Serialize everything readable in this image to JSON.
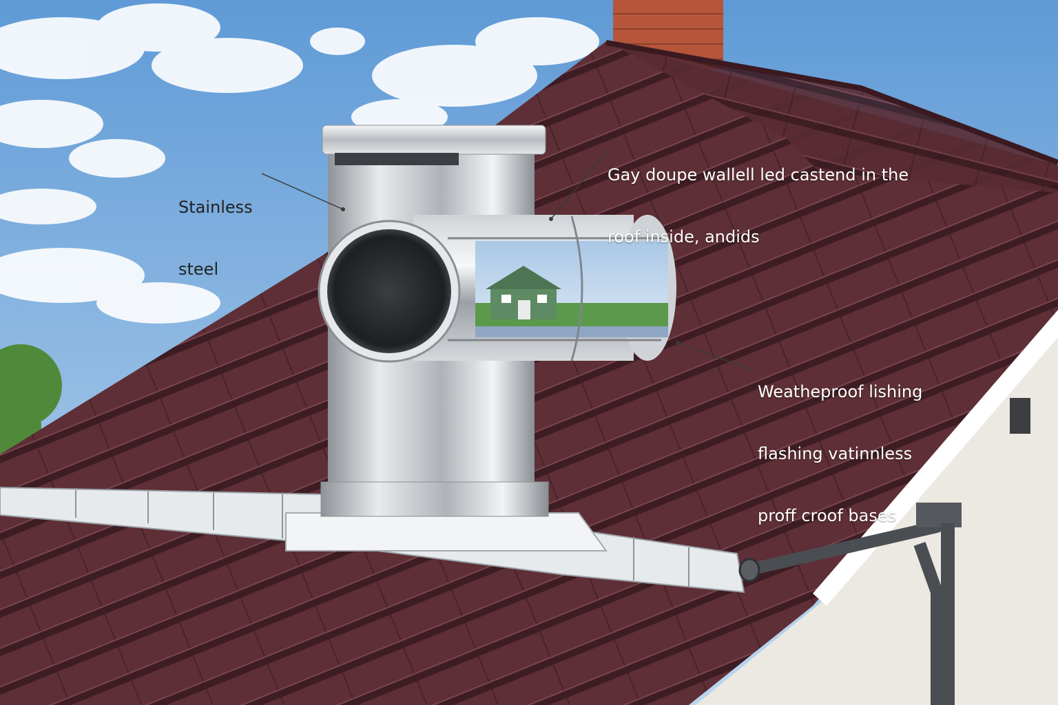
{
  "labels": {
    "stainless_steel": [
      "Stainless",
      "steel"
    ],
    "double_wall": [
      "Gay doupe wallell led castend in the",
      "roof inside, andids"
    ],
    "flashing": [
      "Weatheproof lishing",
      "flashing vatinnless",
      "proff croof bases"
    ]
  },
  "colors": {
    "sky": "#8fb9e4",
    "roof_tile": "#5e2f36",
    "tile_shadow": "#3d1d23",
    "steel": "#c9ccd0",
    "brick": "#b5563a",
    "wall": "#ece9e2",
    "downpipe": "#4a4d52"
  }
}
